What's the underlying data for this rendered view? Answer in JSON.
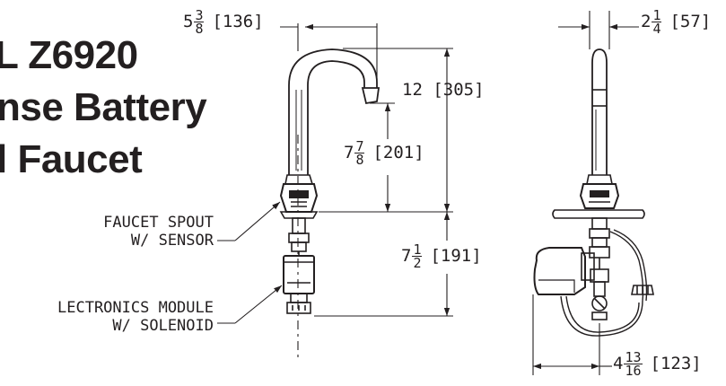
{
  "title": {
    "line1": "L Z6920",
    "line2": "nse Battery",
    "line3": "l Faucet"
  },
  "dimensions": {
    "spout_reach": {
      "whole": "5",
      "num": "3",
      "den": "8",
      "metric": "[136]"
    },
    "overall_height": {
      "text": "12",
      "metric": "[305]"
    },
    "spout_height": {
      "whole": "7",
      "num": "7",
      "den": "8",
      "metric": "[201]"
    },
    "below_deck": {
      "whole": "7",
      "num": "1",
      "den": "2",
      "metric": "[191]"
    },
    "base_width": {
      "whole": "2",
      "num": "1",
      "den": "4",
      "metric": "[57]"
    },
    "module_reach": {
      "whole": "4",
      "num": "13",
      "den": "16",
      "metric": "[123]"
    }
  },
  "callouts": {
    "spout_line1": "FAUCET SPOUT",
    "spout_line2": "W/ SENSOR",
    "module_line1": "LECTRONICS MODULE",
    "module_line2": "W/ SOLENOID"
  }
}
